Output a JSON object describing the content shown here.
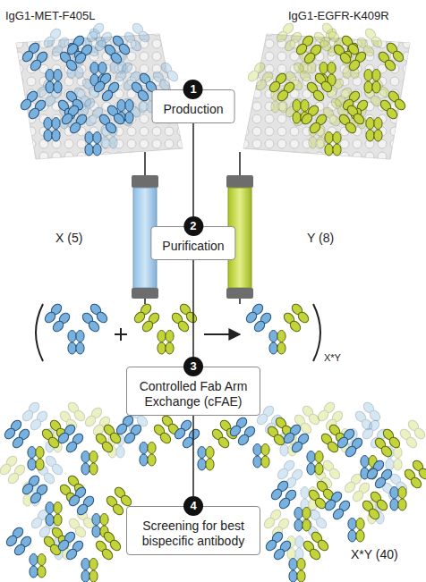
{
  "diagram": {
    "nodes": [
      {
        "text": [
          "1",
          "Production"
        ]
      },
      {
        "text": [
          "2",
          "Purification"
        ]
      },
      {
        "text": [
          "3",
          "Controlled Fab Arm Exchange (cFAE)"
        ]
      },
      {
        "text": [
          "4",
          "Screening for best bispecific antibody"
        ]
      }
    ],
    "edges": [
      {
        "from": 0,
        "to": 1,
        "arrow": "none"
      },
      {
        "from": 1,
        "to": 2,
        "arrow": "none"
      },
      {
        "from": 2,
        "to": 3,
        "arrow": "none"
      }
    ],
    "labels": [
      "IgG1-MET-F405L",
      "IgG1-EGFR-K409R",
      "X (5)",
      "Y (8)",
      "X*Y",
      "X*Y (40)"
    ]
  }
}
